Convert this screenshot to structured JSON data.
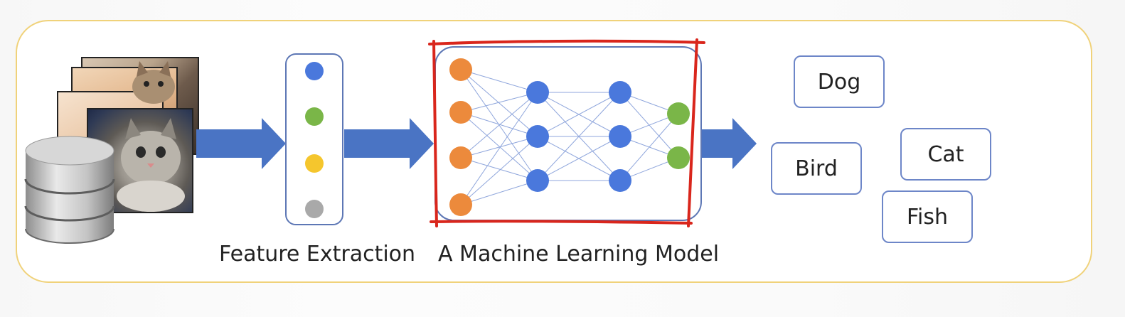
{
  "labels": {
    "feature_extraction": "Feature Extraction",
    "model": "A Machine Learning Model"
  },
  "classes": [
    "Dog",
    "Bird",
    "Cat",
    "Fish"
  ],
  "colors": {
    "frame": "#f0d27a",
    "arrow": "#4a74c4",
    "node_blue": "#4a78dc",
    "node_orange": "#ec8a3c",
    "node_green": "#7ab648",
    "node_yellow": "#f5c62d",
    "node_gray": "#a9a9a9",
    "highlight": "#d9261c"
  },
  "feature_nodes": [
    "blue",
    "green",
    "yellow",
    "gray"
  ],
  "network": {
    "layers": [
      4,
      3,
      3,
      2
    ]
  }
}
